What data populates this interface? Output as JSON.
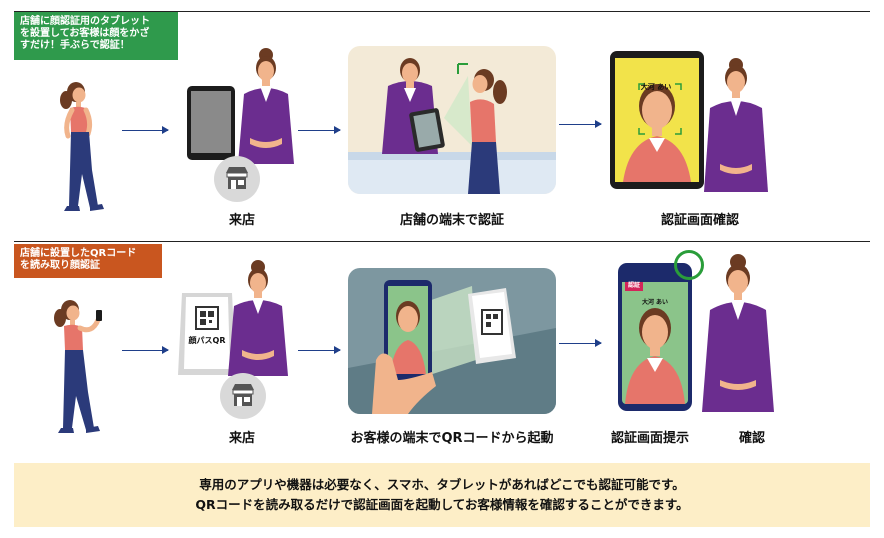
{
  "flow1": {
    "tag_lines": [
      "店舗に顔認証用のタブレット",
      "を設置してお客様は顔をかざ",
      "すだけ！手ぶらで認証！"
    ],
    "tag_color": "#2f9a4c",
    "labels": {
      "store_visit": "来店",
      "auth_terminal": "店舗の端末で認証",
      "confirm_screen": "認証画面確認"
    },
    "name_on_screen": "大河 あい"
  },
  "flow2": {
    "tag_lines": [
      "店舗に設置したQRコード",
      "を読み取り顔認証"
    ],
    "tag_color": "#c9561f",
    "labels": {
      "store_visit": "来店",
      "customer_terminal": "お客様の端末でQRコードから起動",
      "present_screen": "認証画面提示",
      "confirm": "確認"
    },
    "stand_text": "顔パスQR",
    "phone_badge": "認証",
    "name_on_screen": "大河 あい"
  },
  "note": {
    "line1": "専用のアプリや機器は必要なく、スマホ、タブレットがあればどこでも認証可能です。",
    "line2": "QRコードを読み取るだけで認証画面を起動してお客様情報を確認することができます。",
    "bg_color": "#fdeec7"
  },
  "colors": {
    "staff_purple": "#6b2d8f",
    "arrow_blue": "#1f3f8a",
    "highlight_green": "#2a9d3a",
    "customer_top": "#e6756a",
    "customer_pants": "#2b3a7a"
  }
}
